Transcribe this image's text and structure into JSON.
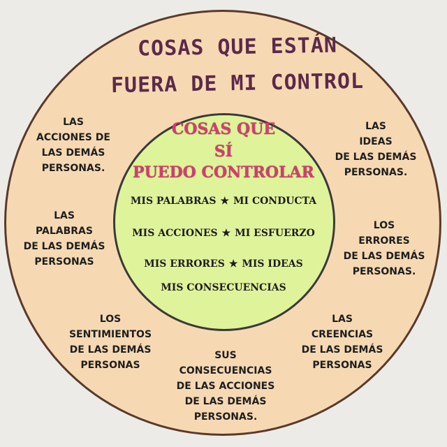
{
  "outer_title": [
    "COSAS QUE ESTÁN",
    "FUERA DE MI CONTROL"
  ],
  "inner_title": [
    "COSAS QUE",
    "SÍ",
    "PUEDO CONTROLAR"
  ],
  "inner_items": [
    [
      "MIS PALABRAS",
      "MI CONDUCTA"
    ],
    [
      "MIS ACCIONES",
      "MI ESFUERZO"
    ],
    [
      "MIS ERRORES",
      "MIS IDEAS"
    ],
    [
      "MIS CONSECUENCIAS"
    ]
  ],
  "star_glyph": "★",
  "outer_items": [
    [
      "LAS",
      "ACCIONES DE",
      "LAS DEMÁS",
      "PERSONAS."
    ],
    [
      "LAS",
      "IDEAS",
      "DE LAS DEMÁS",
      "PERSONAS."
    ],
    [
      "LAS",
      "PALABRAS",
      "DE LAS DEMÁS",
      "PERSONAS"
    ],
    [
      "LOS",
      "ERRORES",
      "DE LAS DEMÁS",
      "PERSONAS."
    ],
    [
      "LOS",
      "SENTIMIENTOS",
      "DE LAS DEMÁS",
      "PERSONAS"
    ],
    [
      "LAS",
      "CREENCIAS",
      "DE LAS DEMÁS",
      "PERSONAS"
    ],
    [
      "SUS",
      "CONSECUENCIAS",
      "DE LAS ACCIONES",
      "DE LAS DEMÁS",
      "PERSONAS."
    ]
  ],
  "colors": {
    "background": "#ecebe8",
    "outer_circle": "#f6d9b3",
    "inner_circle": "#dff39a",
    "outer_title": "#5b2a4a",
    "inner_title": "#d23d6d"
  }
}
